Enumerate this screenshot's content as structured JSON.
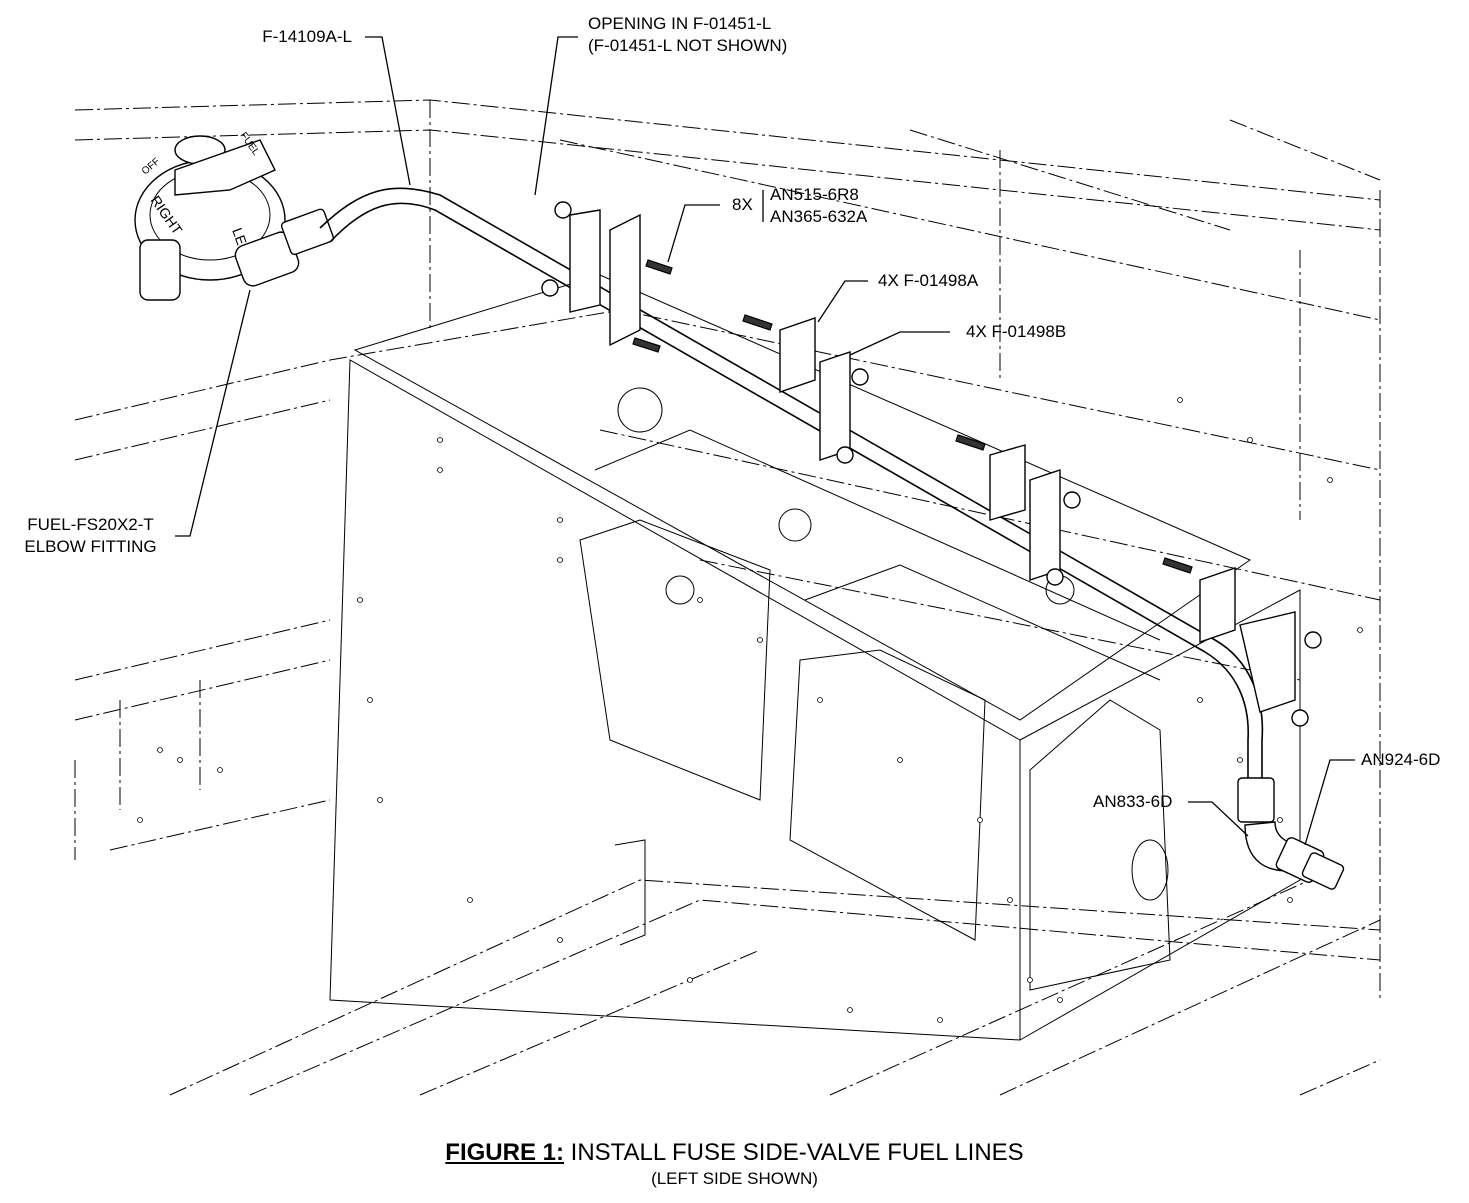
{
  "figure": {
    "label": "FIGURE 1:",
    "title": " INSTALL FUSE SIDE-VALVE FUEL LINES",
    "subtitle": "(LEFT SIDE SHOWN)"
  },
  "callouts": {
    "tube": "F-14109A-L",
    "opening_line1": "OPENING IN F-01451-L",
    "opening_line2": "(F-01451-L NOT SHOWN)",
    "qty_8x": "8X",
    "screw": "AN515-6R8",
    "nut": "AN365-632A",
    "clamp_a": "4X F-01498A",
    "clamp_b": "4X F-01498B",
    "elbow_line1": "FUEL-FS20X2-T",
    "elbow_line2": "ELBOW FITTING",
    "fitting_nut": "AN833-6D",
    "fitting_cap": "AN924-6D"
  },
  "valve_markings": {
    "fuel": "FUEL",
    "left": "LEFT",
    "right": "RIGHT",
    "off": "OFF"
  }
}
